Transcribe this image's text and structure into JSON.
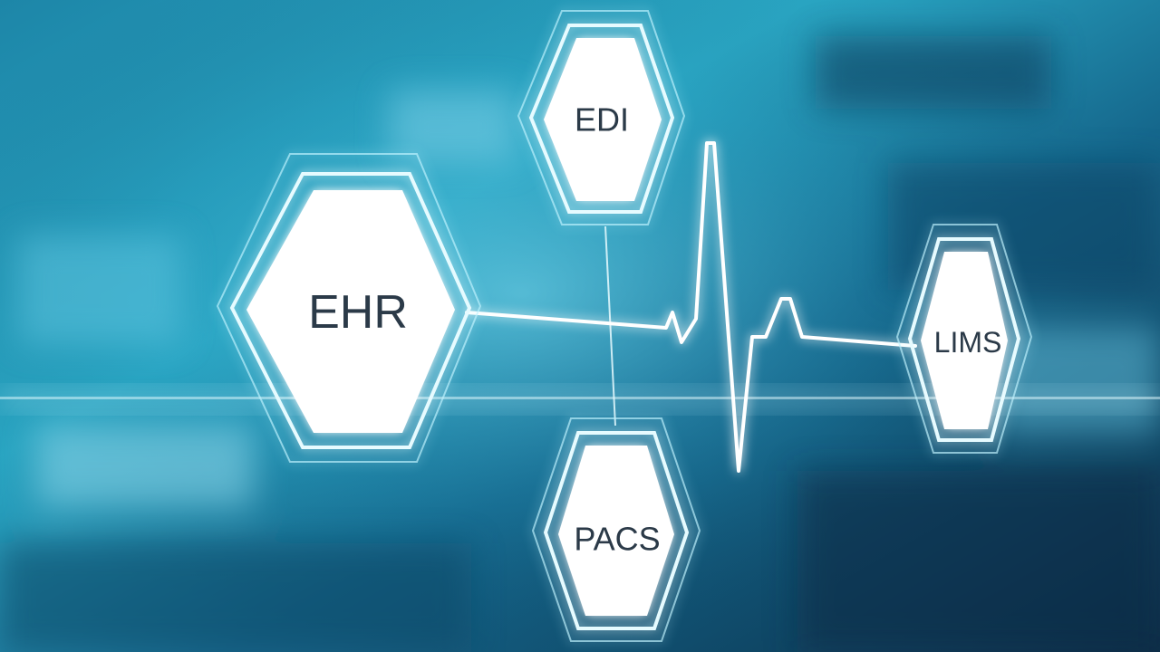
{
  "nodes": {
    "ehr": {
      "label": "EHR"
    },
    "edi": {
      "label": "EDI"
    },
    "pacs": {
      "label": "PACS"
    },
    "lims": {
      "label": "LIMS"
    }
  },
  "colors": {
    "background_dark": "#0b3550",
    "background_mid": "#1b6f95",
    "glow": "#7fe6ff",
    "hex_fill": "#ffffff",
    "text": "#2b3a48"
  }
}
